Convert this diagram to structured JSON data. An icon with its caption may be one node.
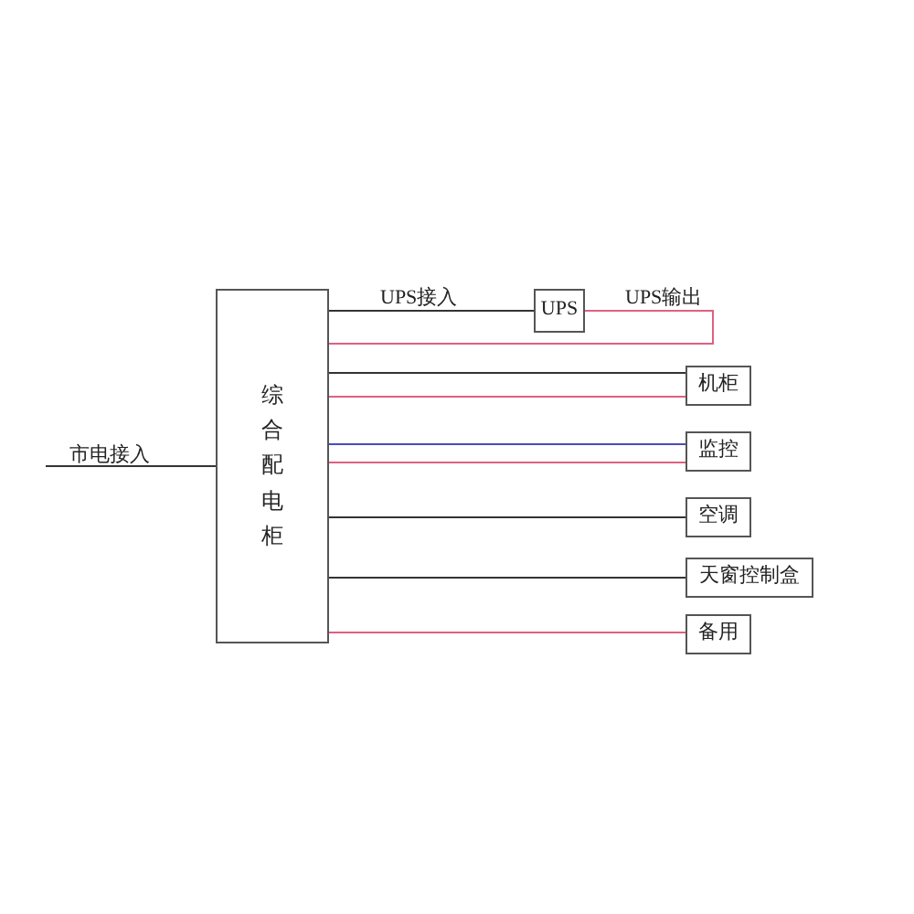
{
  "diagram": {
    "nodes": [
      {
        "text": [
          "综合配电柜"
        ]
      },
      {
        "text": [
          "UPS"
        ]
      },
      {
        "text": [
          "机柜"
        ]
      },
      {
        "text": [
          "监控"
        ]
      },
      {
        "text": [
          "空调"
        ]
      },
      {
        "text": [
          "天窗控制盒"
        ]
      },
      {
        "text": [
          "备用"
        ]
      }
    ],
    "edges": [
      {
        "from": null,
        "to": 0,
        "arrow": "none",
        "label": "市电接入"
      },
      {
        "from": 0,
        "to": 1,
        "arrow": "none",
        "label": "UPS接入"
      },
      {
        "from": 1,
        "to": 0,
        "arrow": "none",
        "label": "UPS输出",
        "color": "#e06080"
      },
      {
        "from": 0,
        "to": 2,
        "arrow": "none"
      },
      {
        "from": 0,
        "to": 2,
        "arrow": "none",
        "color": "#e06080"
      },
      {
        "from": 0,
        "to": 3,
        "arrow": "none",
        "color": "#4a4ac0"
      },
      {
        "from": 0,
        "to": 3,
        "arrow": "none",
        "color": "#e06080"
      },
      {
        "from": 0,
        "to": 4,
        "arrow": "none"
      },
      {
        "from": 0,
        "to": 5,
        "arrow": "none"
      },
      {
        "from": 0,
        "to": 6,
        "arrow": "none",
        "color": "#e06080"
      }
    ]
  }
}
